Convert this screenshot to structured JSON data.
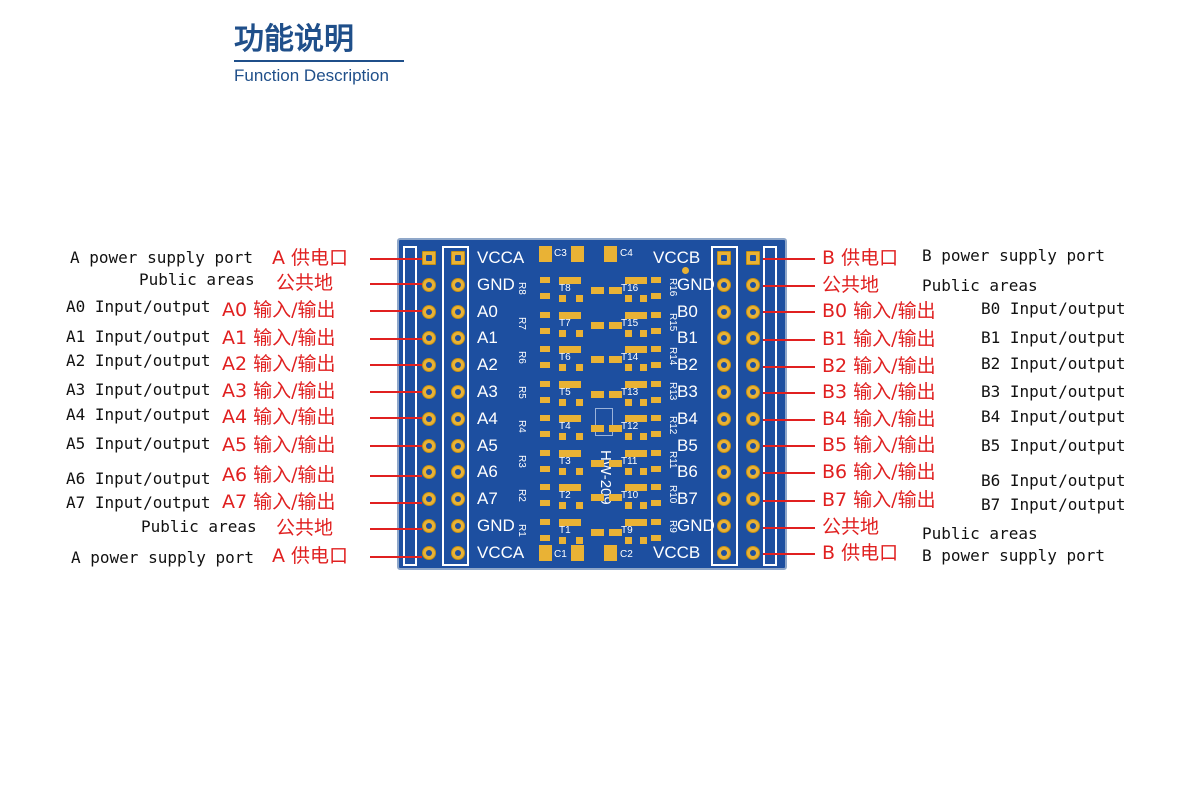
{
  "heading": {
    "title_cn": "功能说明",
    "title_en": "Function Description"
  },
  "board": {
    "model": "HW-209",
    "left_pins": [
      "VCCA",
      "GND",
      "A0",
      "A1",
      "A2",
      "A3",
      "A4",
      "A5",
      "A6",
      "A7",
      "GND",
      "VCCA"
    ],
    "right_pins": [
      "VCCB",
      "GND",
      "B0",
      "B1",
      "B2",
      "B3",
      "B4",
      "B5",
      "B6",
      "B7",
      "GND",
      "VCCB"
    ],
    "caps": [
      "C3",
      "C4",
      "C1",
      "C2"
    ],
    "left_resistors": [
      "R8",
      "R7",
      "R6",
      "R5",
      "R4",
      "R3",
      "R2",
      "R1"
    ],
    "right_resistors": [
      "R16",
      "R15",
      "R14",
      "R13",
      "R12",
      "R11",
      "R10",
      "R9"
    ],
    "left_transistors": [
      "T8",
      "T7",
      "T6",
      "T5",
      "T4",
      "T3",
      "T2",
      "T1"
    ],
    "right_transistors": [
      "T16",
      "T15",
      "T14",
      "T13",
      "T12",
      "T11",
      "T10",
      "T9"
    ]
  },
  "labels": {
    "left": [
      {
        "en": "A power supply port",
        "cn": "A 供电口"
      },
      {
        "en": "Public areas",
        "cn": "公共地"
      },
      {
        "en": "A0 Input/output",
        "cn": "A0 输入/输出"
      },
      {
        "en": "A1 Input/output",
        "cn": "A1 输入/输出"
      },
      {
        "en": "A2 Input/output",
        "cn": "A2 输入/输出"
      },
      {
        "en": "A3 Input/output",
        "cn": "A3 输入/输出"
      },
      {
        "en": "A4 Input/output",
        "cn": "A4 输入/输出"
      },
      {
        "en": "A5 Input/output",
        "cn": "A5 输入/输出"
      },
      {
        "en": "A6 Input/output",
        "cn": "A6 输入/输出"
      },
      {
        "en": "A7 Input/output",
        "cn": "A7 输入/输出"
      },
      {
        "en": "Public areas",
        "cn": "公共地"
      },
      {
        "en": "A power supply port",
        "cn": "A 供电口"
      }
    ],
    "right": [
      {
        "en": "B power supply port",
        "cn": "B 供电口"
      },
      {
        "en": "Public areas",
        "cn": "公共地"
      },
      {
        "en": "B0 Input/output",
        "cn": "B0 输入/输出"
      },
      {
        "en": "B1 Input/output",
        "cn": "B1 输入/输出"
      },
      {
        "en": "B2 Input/output",
        "cn": "B2 输入/输出"
      },
      {
        "en": "B3 Input/output",
        "cn": "B3 输入/输出"
      },
      {
        "en": "B4 Input/output",
        "cn": "B4 输入/输出"
      },
      {
        "en": "B5 Input/output",
        "cn": "B5 输入/输出"
      },
      {
        "en": "B6 Input/output",
        "cn": "B6 输入/输出"
      },
      {
        "en": "B7 Input/output",
        "cn": "B7 输入/输出"
      },
      {
        "en": "Public areas",
        "cn": "公共地"
      },
      {
        "en": "B power supply port",
        "cn": "B 供电口"
      }
    ]
  },
  "colors": {
    "heading": "#1f4f8a",
    "board": "#1d4fa0",
    "pad": "#e9b235",
    "label_red": "#e02020"
  }
}
